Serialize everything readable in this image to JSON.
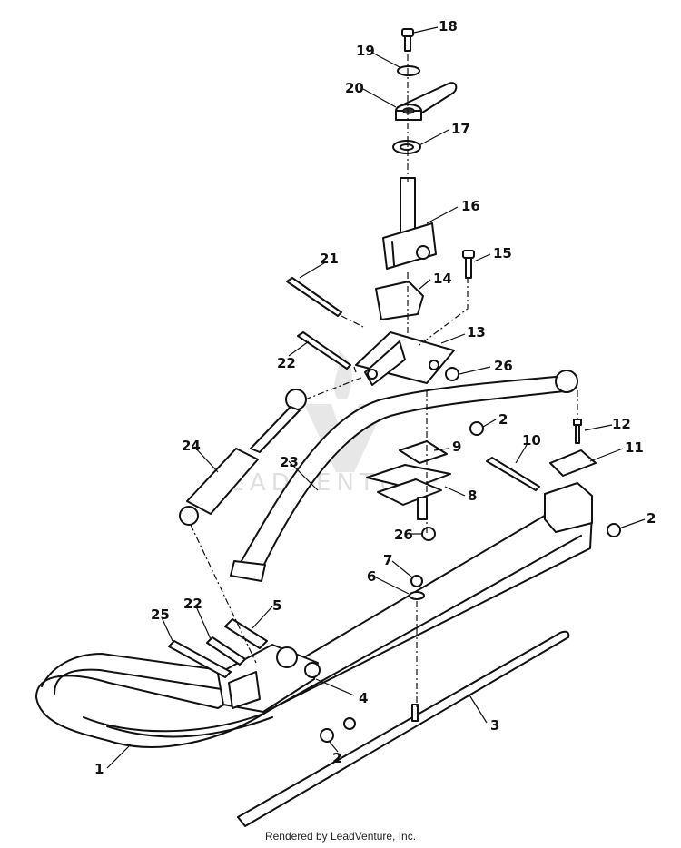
{
  "callouts": [
    "18",
    "19",
    "20",
    "17",
    "16",
    "15",
    "21",
    "14",
    "13",
    "22",
    "26",
    "2",
    "24",
    "9",
    "10",
    "12",
    "11",
    "23",
    "8",
    "26",
    "2",
    "7",
    "6",
    "5",
    "25",
    "22",
    "4",
    "3",
    "2",
    "1"
  ],
  "watermark": "LEADVENTURE",
  "footer": "Rendered by LeadVenture, Inc."
}
